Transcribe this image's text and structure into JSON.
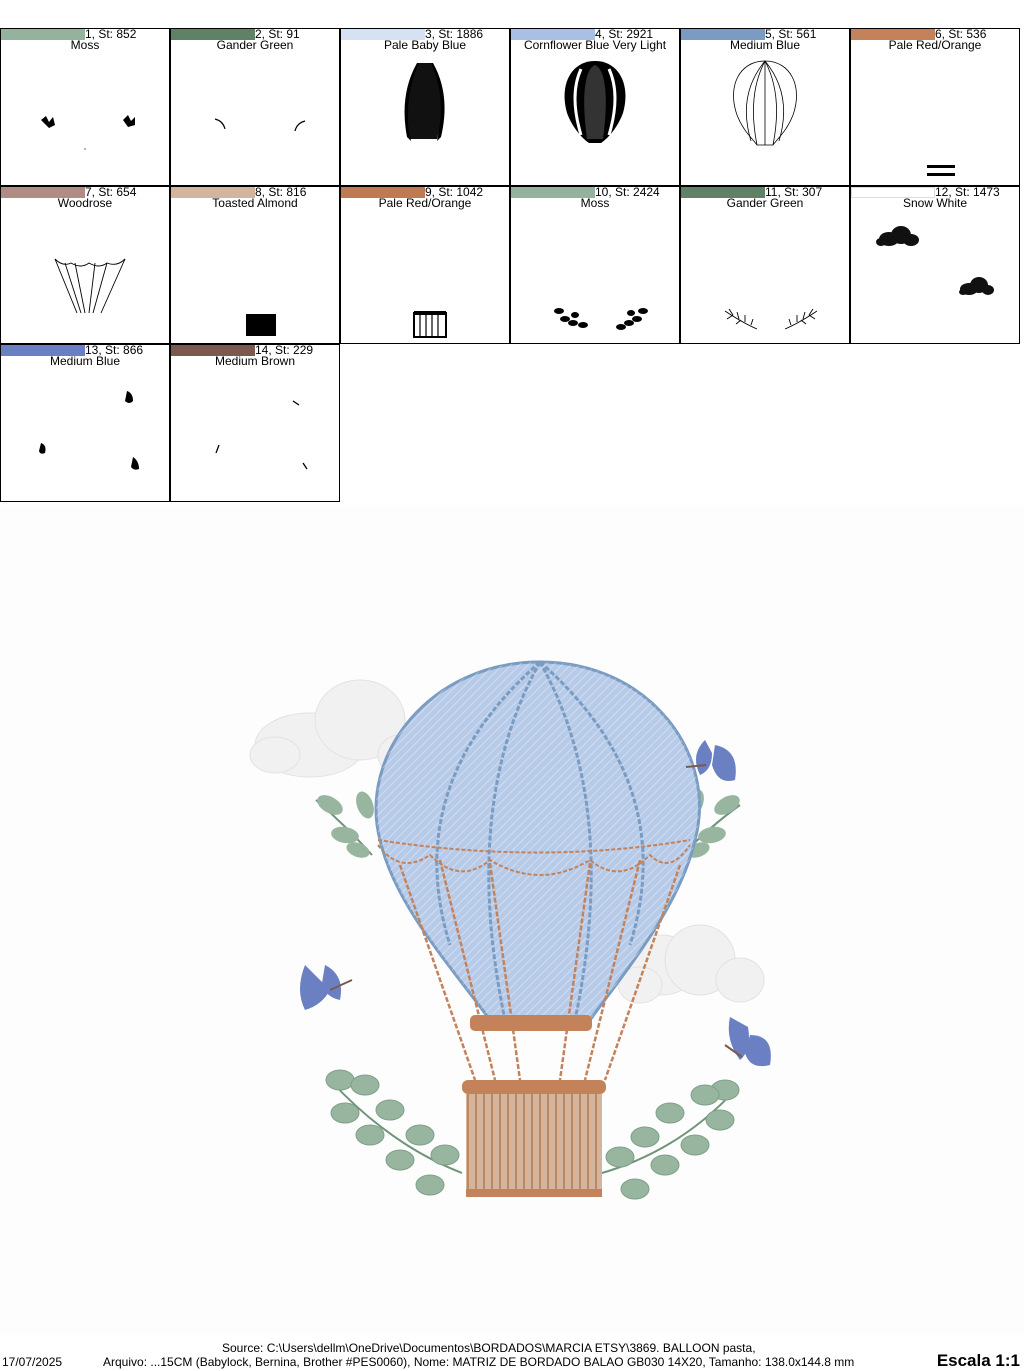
{
  "colors": [
    {
      "index_label": "1, St: 852",
      "name": "Moss",
      "hex": "#94b29e"
    },
    {
      "index_label": "2, St: 91",
      "name": "Gander Green",
      "hex": "#5f8266"
    },
    {
      "index_label": "3, St: 1886",
      "name": "Pale Baby Blue",
      "hex": "#d6e2f2"
    },
    {
      "index_label": "4, St: 2921",
      "name": "Cornflower Blue Very Light",
      "hex": "#a9bfe3"
    },
    {
      "index_label": "5, St: 561",
      "name": "Medium Blue",
      "hex": "#7a9cc2"
    },
    {
      "index_label": "6, St: 536",
      "name": "Pale Red/Orange",
      "hex": "#c4825a"
    },
    {
      "index_label": "7, St: 654",
      "name": "Woodrose",
      "hex": "#b08c84"
    },
    {
      "index_label": "8, St: 816",
      "name": "Toasted Almond",
      "hex": "#d4b49a"
    },
    {
      "index_label": "9, St: 1042",
      "name": "Pale Red/Orange",
      "hex": "#bf7a52"
    },
    {
      "index_label": "10, St: 2424",
      "name": "Moss",
      "hex": "#94b29e"
    },
    {
      "index_label": "11, St: 307",
      "name": "Gander Green",
      "hex": "#5f8266"
    },
    {
      "index_label": "12, St: 1473",
      "name": "Snow White",
      "hex": "#ffffff"
    },
    {
      "index_label": "13, St: 866",
      "name": "Medium Blue",
      "hex": "#6a80c2"
    },
    {
      "index_label": "14, St: 229",
      "name": "Medium Brown",
      "hex": "#7a5a4e"
    }
  ],
  "footer": {
    "date": "17/07/2025",
    "source": "Source: C:\\Users\\dellm\\OneDrive\\Documentos\\BORDADOS\\MARCIA ETSY\\3869. BALLOON pasta,",
    "file_info": "Arquivo: ...15CM (Babylock, Bernina, Brother #PES0060), Nome: MATRIZ DE BORDADO BALAO GB030 14X20, Tamanho: 138.0x144.8 mm",
    "scale": "Escala 1:1"
  }
}
